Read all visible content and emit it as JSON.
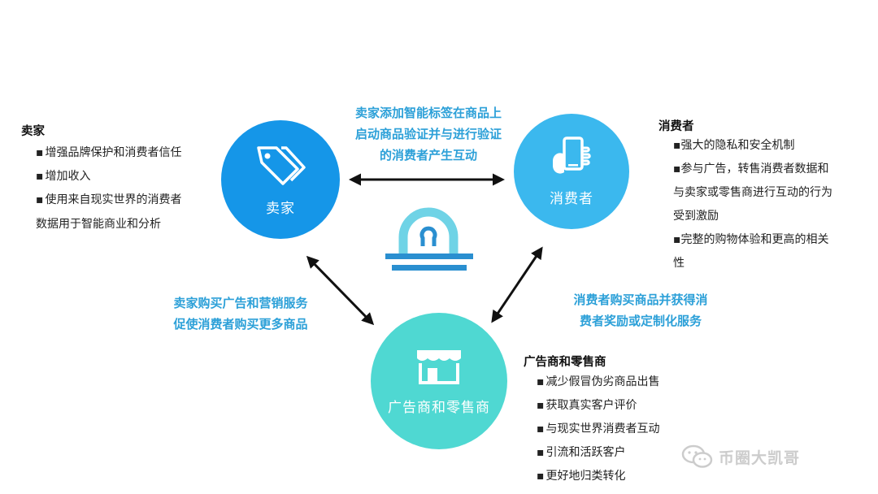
{
  "nodes": {
    "seller": {
      "label": "卖家",
      "color": "#1596e8"
    },
    "consumer": {
      "label": "消费者",
      "color": "#3bb8ee"
    },
    "retailer": {
      "label": "广告商和零售商",
      "color": "#4fd8d2"
    }
  },
  "edges": {
    "seller_consumer": [
      "卖家添加智能标签在商品上",
      "启动商品验证并与进行验证",
      "的消费者产生互动"
    ],
    "seller_retailer": [
      "卖家购买广告和营销服务",
      "促使消费者购买更多商品"
    ],
    "consumer_retailer": [
      "消费者购买商品并获得消",
      "费者奖励或定制化服务"
    ]
  },
  "panels": {
    "seller": {
      "title": "卖家",
      "items": [
        "增强品牌保护和消费者信任",
        "增加收入",
        "使用来自现实世界的消费者"
      ],
      "continuation": "数据用于智能商业和分析"
    },
    "consumer": {
      "title": "消费者",
      "lines": [
        "强大的隐私和安全机制",
        "参与广告，转售消费者数据和",
        "与卖家或零售商进行互动的行为",
        "受到激励",
        "完整的购物体验和更高的相关",
        "性"
      ]
    },
    "retailer": {
      "title": "广告商和零售商",
      "items": [
        "减少假冒伪劣商品出售",
        "获取真实客户评价",
        "与现实世界消费者互动",
        "引流和活跃客户",
        "更好地归类转化"
      ]
    }
  },
  "watermark": {
    "text": "币圈大凯哥"
  },
  "icons": {
    "seller": "price-tags-icon",
    "consumer": "hand-holding-phone-icon",
    "retailer": "storefront-icon",
    "center": "balance-scale-icon"
  },
  "colors": {
    "edge_text": "#2ca0d8",
    "arrow": "#111111",
    "scale": "#2a8fd0"
  }
}
